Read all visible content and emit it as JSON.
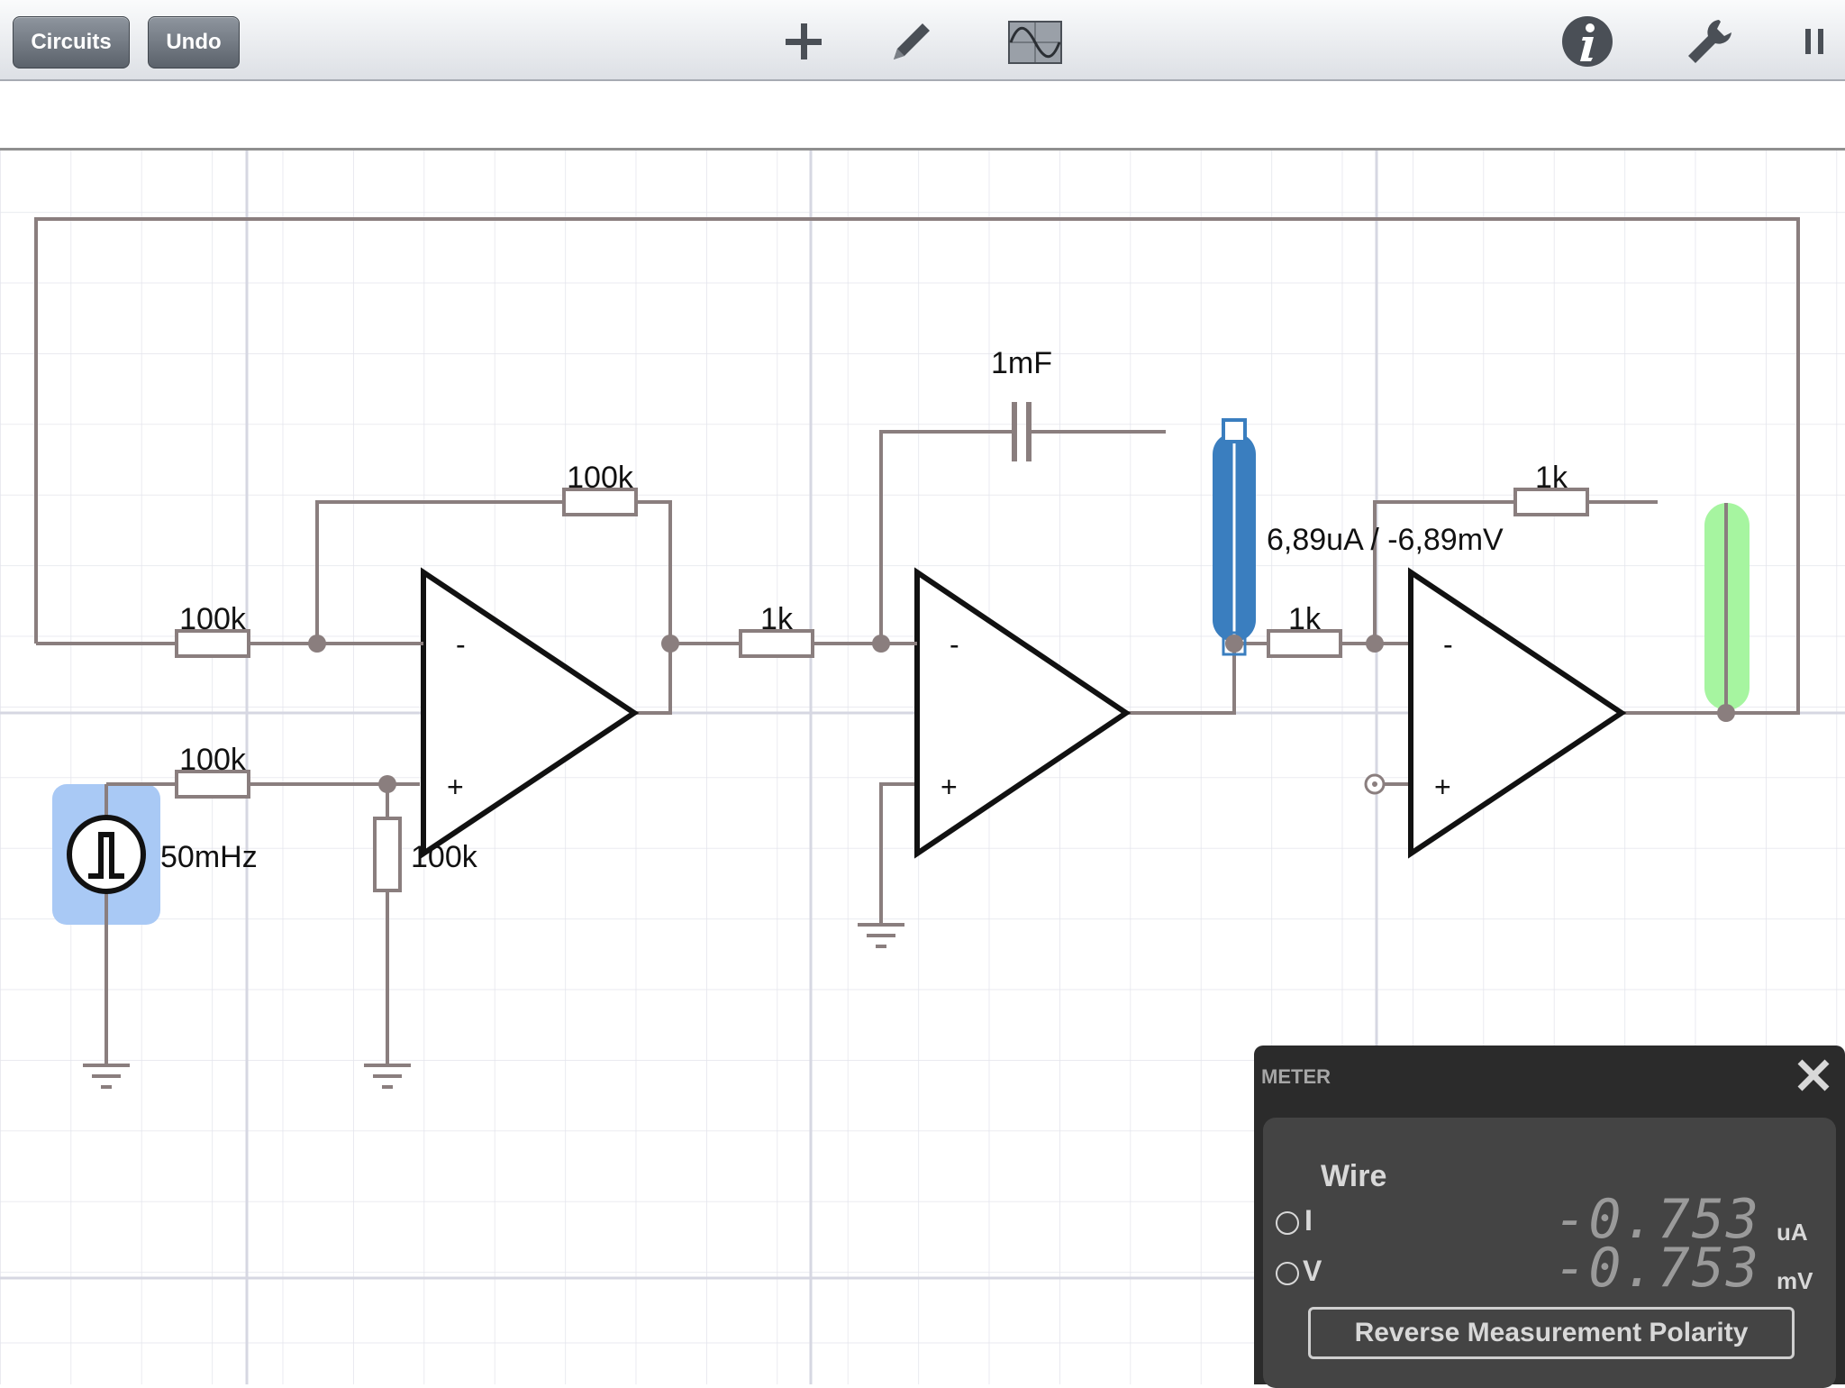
{
  "toolbar": {
    "circuits_label": "Circuits",
    "undo_label": "Undo",
    "icons": [
      "plus-icon",
      "pencil-icon",
      "scope-icon",
      "info-icon",
      "wrench-icon",
      "pause-icon"
    ]
  },
  "circuit": {
    "labels": {
      "r_in_top": "100k",
      "r_feedback": "100k",
      "r_in_bottom": "100k",
      "r_ground": "100k",
      "source_freq": "50mHz",
      "r_stage2": "1k",
      "capacitor": "1mF",
      "r_stage3": "1k",
      "r_feedback3": "1k",
      "probe_value": "6,89uA / -6,89mV"
    },
    "opamp_minus": "-",
    "opamp_plus": "+"
  },
  "colors": {
    "wire": "#8a7e7e",
    "grid": "#dcdde8",
    "selected_wire": "#3a7ebf",
    "probe_highlight": "#a6f5a0",
    "source_highlight": "#a9c9f5"
  },
  "meter": {
    "title": "METER",
    "subtitle": "Wire",
    "current_label": "I",
    "voltage_label": "V",
    "current_value": "-0.753",
    "current_unit": "uA",
    "voltage_value": "-0.753",
    "voltage_unit": "mV",
    "reverse_label": "Reverse Measurement Polarity"
  }
}
